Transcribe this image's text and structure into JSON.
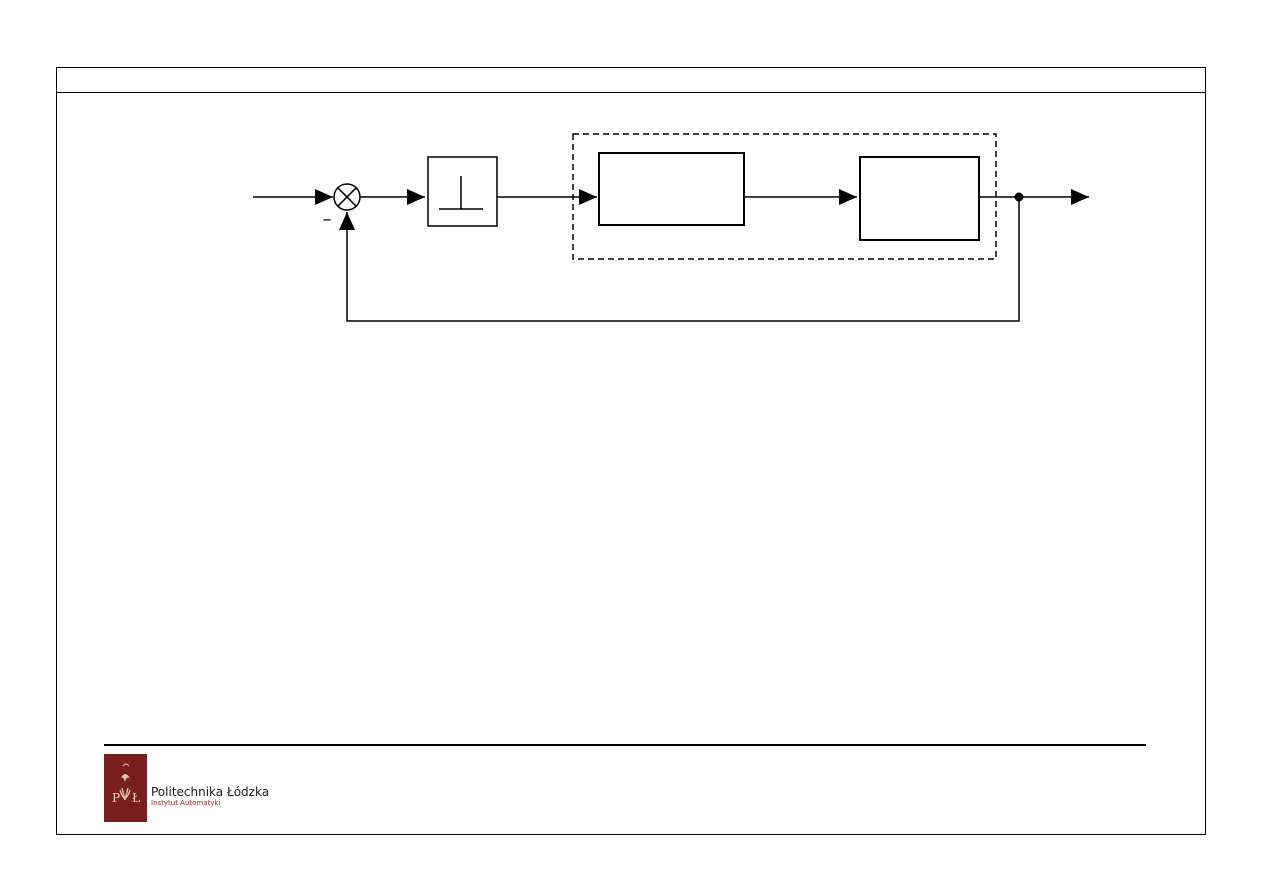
{
  "diagram": {
    "feedback_sign": "–",
    "blocks": [
      {
        "id": "relay",
        "kind": "relay-nonlinearity",
        "label": ""
      },
      {
        "id": "block-1",
        "kind": "block",
        "label": ""
      },
      {
        "id": "block-2",
        "kind": "block",
        "label": ""
      }
    ],
    "group": {
      "id": "plant-group",
      "style": "dashed",
      "contains": [
        "block-1",
        "block-2"
      ]
    },
    "signals": [
      {
        "from": "input",
        "to": "summing-junction",
        "sign": "+"
      },
      {
        "from": "summing-junction",
        "to": "relay"
      },
      {
        "from": "relay",
        "to": "block-1"
      },
      {
        "from": "block-1",
        "to": "block-2"
      },
      {
        "from": "block-2",
        "to": "output"
      },
      {
        "from": "output",
        "to": "summing-junction",
        "sign": "-"
      }
    ]
  },
  "footer": {
    "logo_name": "Politechnika Łódzka",
    "logo_sub": "Instytut Automatyki",
    "logo_color": "#7a1f1f"
  }
}
